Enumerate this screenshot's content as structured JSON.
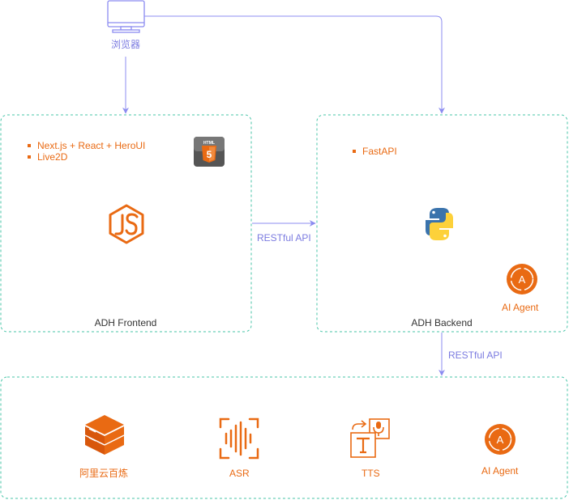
{
  "browser": {
    "label": "浏览器",
    "icon": "monitor-icon"
  },
  "frontend": {
    "title": "ADH Frontend",
    "bullets": [
      "Next.js + React + HeroUI",
      "Live2D"
    ],
    "icons": [
      "html5-icon",
      "nodejs-icon"
    ]
  },
  "backend": {
    "title": "ADH Backend",
    "bullets": [
      "FastAPI"
    ],
    "icons": [
      "python-icon",
      "ai-agent-icon"
    ],
    "agent_label": "AI Agent"
  },
  "edges": {
    "frontend_to_backend": "RESTful API",
    "backend_to_services": "RESTful API"
  },
  "services": [
    {
      "label": "阿里云百炼",
      "icon": "bailian-icon"
    },
    {
      "label": "ASR",
      "icon": "asr-icon"
    },
    {
      "label": "TTS",
      "icon": "tts-icon"
    },
    {
      "label": "AI Agent",
      "icon": "ai-agent-icon"
    }
  ],
  "colors": {
    "box_border": "#47c4a7",
    "arrow": "#8c8cf0",
    "accent": "#e96a13",
    "python_blue": "#3a73ac",
    "python_yellow": "#fdd13a"
  }
}
